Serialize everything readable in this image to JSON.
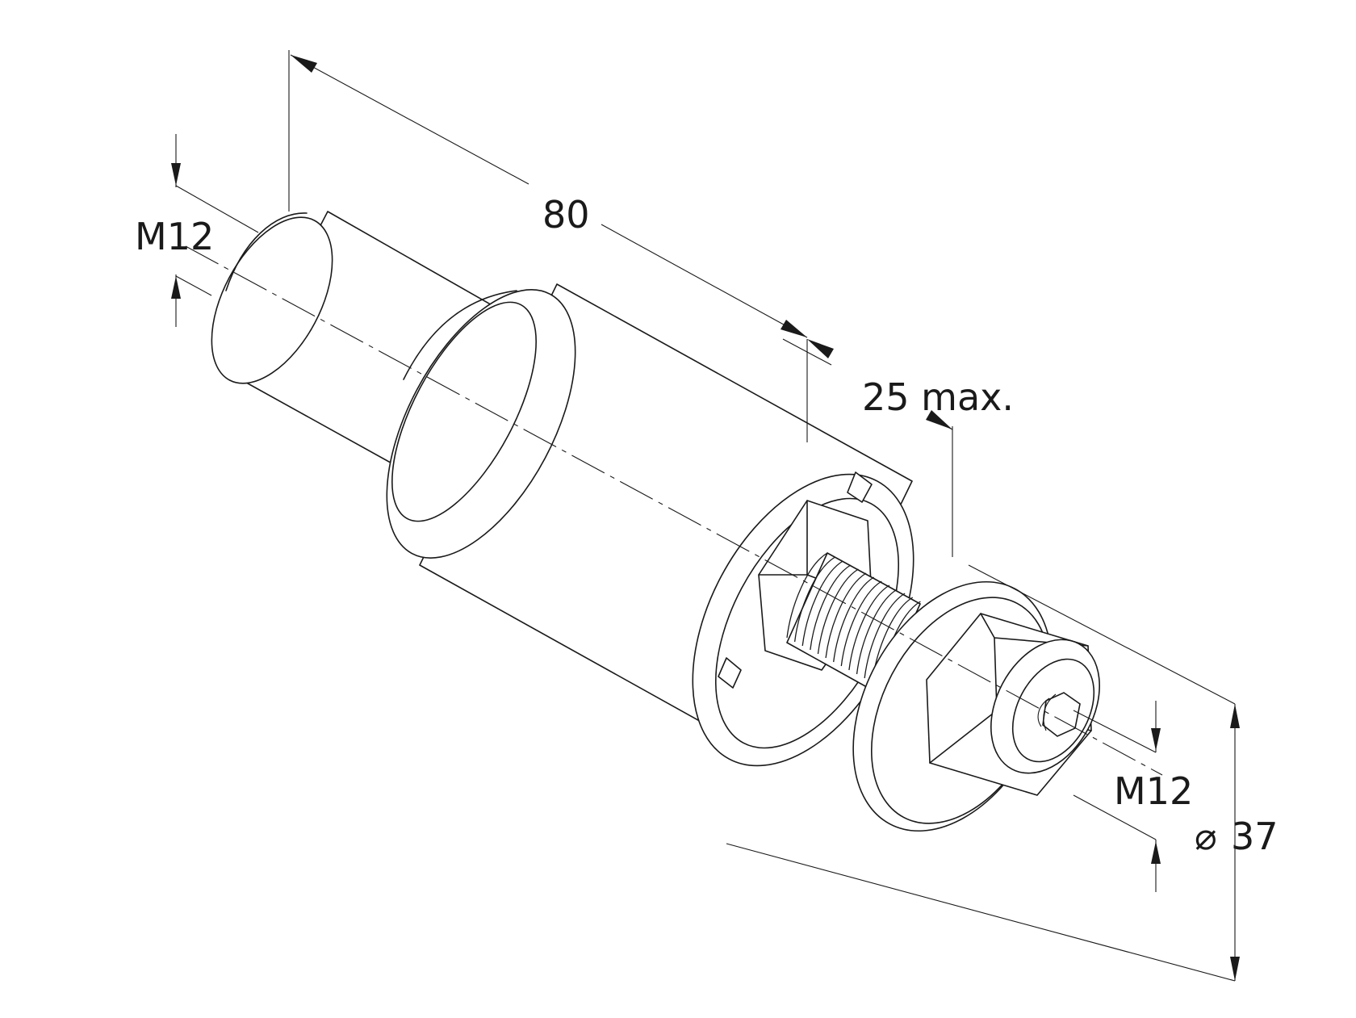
{
  "dimensions": {
    "length": "80",
    "recess": "25 max.",
    "thread_left": "M12",
    "thread_right": "M12",
    "diameter": "37",
    "diameter_symbol": "⌀"
  }
}
